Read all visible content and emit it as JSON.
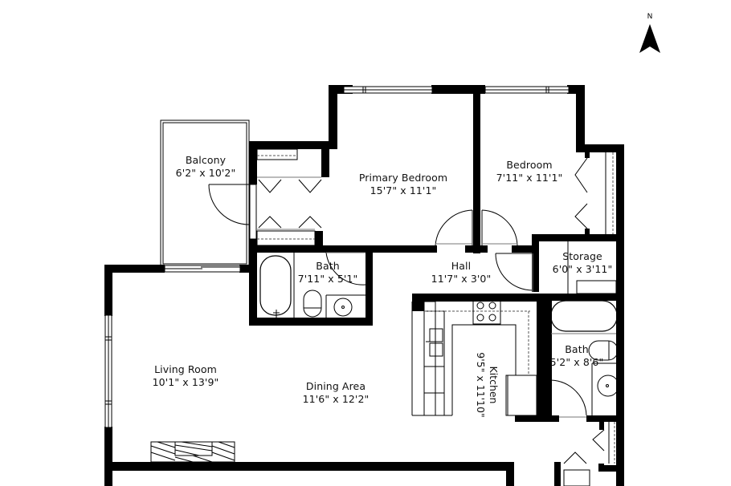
{
  "compass": {
    "label": "N"
  },
  "rooms": {
    "balcony": {
      "name": "Balcony",
      "dims": "6'2\" x 10'2\""
    },
    "primary_bedroom": {
      "name": "Primary Bedroom",
      "dims": "15'7\" x 11'1\""
    },
    "bedroom": {
      "name": "Bedroom",
      "dims": "7'11\" x 11'1\""
    },
    "bath1": {
      "name": "Bath",
      "dims": "7'11\" x 5'1\""
    },
    "hall": {
      "name": "Hall",
      "dims": "11'7\" x 3'0\""
    },
    "storage": {
      "name": "Storage",
      "dims": "6'0\" x 3'11\""
    },
    "bath2": {
      "name": "Bath",
      "dims": "5'2\" x 8'6\""
    },
    "kitchen": {
      "name": "Kitchen",
      "dims": "9'5\" x 11'10\""
    },
    "living_room": {
      "name": "Living Room",
      "dims": "10'1\" x 13'9\""
    },
    "dining_area": {
      "name": "Dining Area",
      "dims": "11'6\" x 12'2\""
    }
  },
  "colors": {
    "wall": "#000000",
    "background": "#ffffff",
    "fixture_line": "#000000",
    "dashed": "#555555"
  }
}
